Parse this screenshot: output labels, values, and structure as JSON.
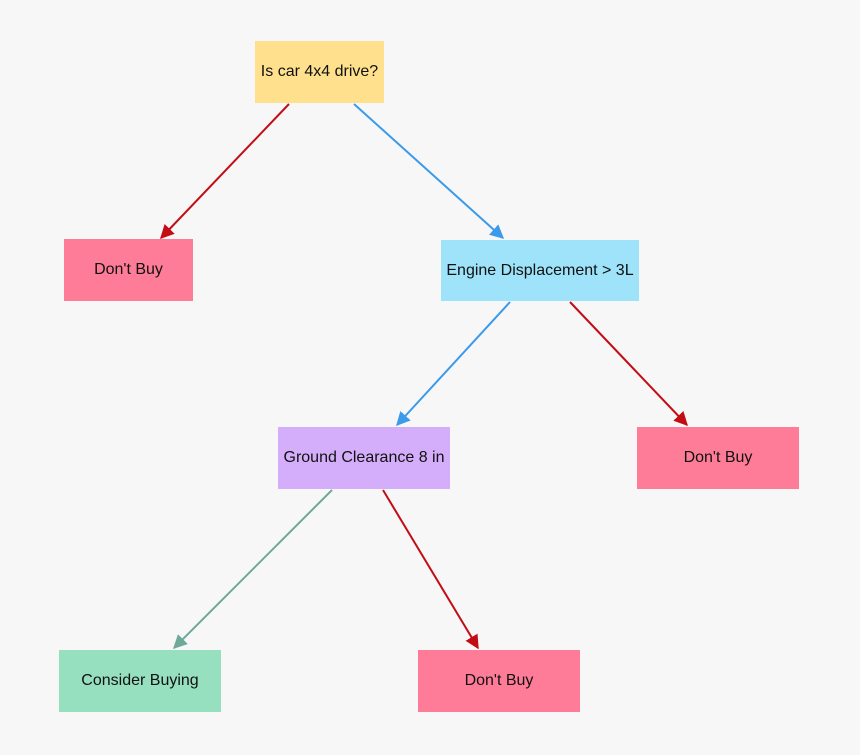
{
  "colors": {
    "question": "#ffe08c",
    "engine": "#9ee3f9",
    "clearance": "#d4aefa",
    "dont_buy": "#ff7c98",
    "consider": "#96dfbf",
    "edge_blue": "#3b9aea",
    "edge_red": "#c20d15",
    "edge_green": "#6fa99a"
  },
  "nodes": {
    "root": {
      "label": "Is car 4x4 drive?"
    },
    "left": {
      "label": "Don't Buy"
    },
    "engine": {
      "label": "Engine Displacement > 3L"
    },
    "ground": {
      "label": "Ground Clearance 8 in"
    },
    "right": {
      "label": "Don't Buy"
    },
    "consider": {
      "label": "Consider Buying"
    },
    "bottom": {
      "label": "Don't Buy"
    }
  },
  "edges": [
    {
      "from": "root",
      "to": "left",
      "color": "edge_red"
    },
    {
      "from": "root",
      "to": "engine",
      "color": "edge_blue"
    },
    {
      "from": "engine",
      "to": "ground",
      "color": "edge_blue"
    },
    {
      "from": "engine",
      "to": "right",
      "color": "edge_red"
    },
    {
      "from": "ground",
      "to": "consider",
      "color": "edge_green"
    },
    {
      "from": "ground",
      "to": "bottom",
      "color": "edge_red"
    }
  ]
}
